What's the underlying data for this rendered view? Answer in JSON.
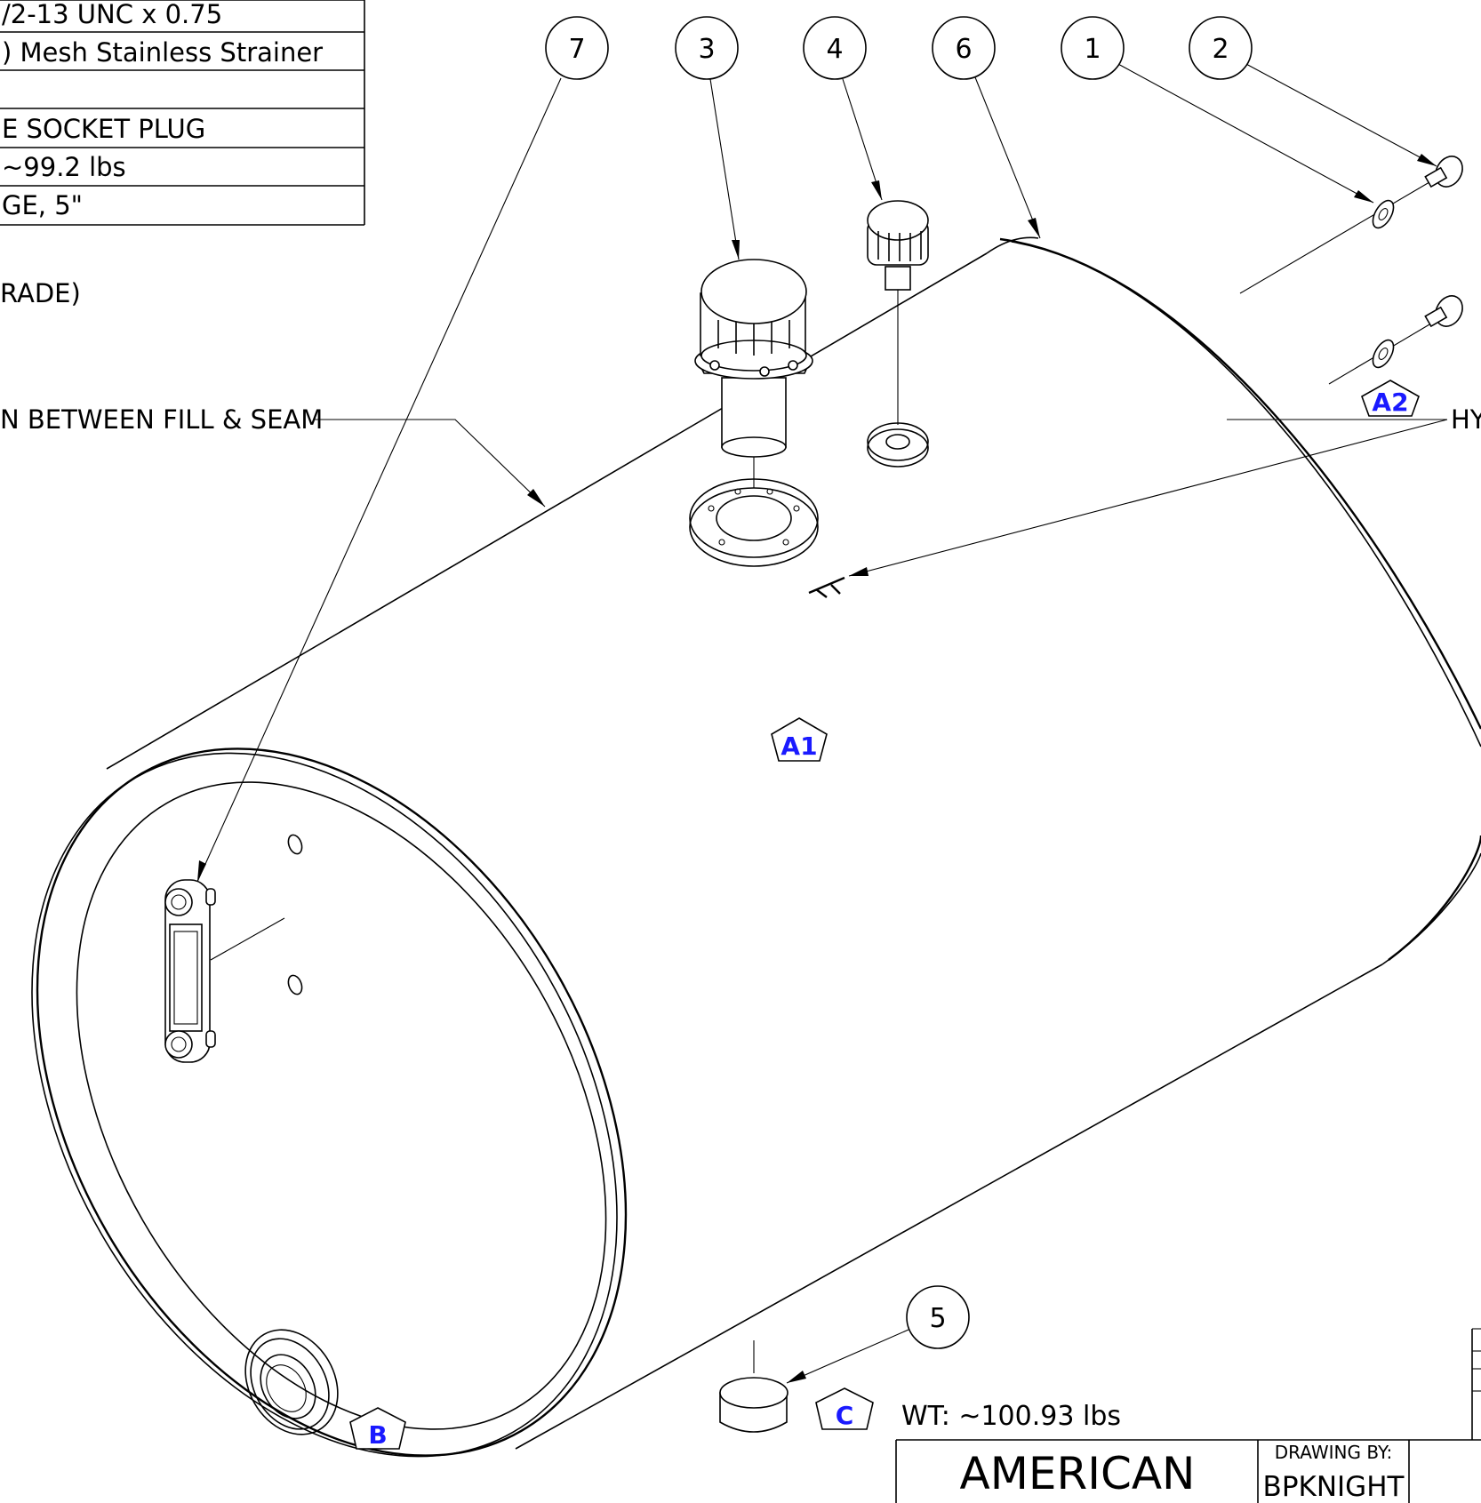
{
  "bom_rows": [
    "/2-13 UNC x 0.75",
    ") Mesh Stainless Strainer",
    "",
    "E SOCKET PLUG",
    "~99.2 lbs",
    "GE, 5\""
  ],
  "notes": {
    "grade": "RADE)",
    "seam_note": "N BETWEEN FILL & SEAM",
    "right_note": "HY"
  },
  "balloons": [
    {
      "id": "b7",
      "label": "7"
    },
    {
      "id": "b3",
      "label": "3"
    },
    {
      "id": "b4",
      "label": "4"
    },
    {
      "id": "b6",
      "label": "6"
    },
    {
      "id": "b1",
      "label": "1"
    },
    {
      "id": "b2",
      "label": "2"
    },
    {
      "id": "b5",
      "label": "5"
    }
  ],
  "tags": {
    "a1": "A1",
    "a2": "A2",
    "b": "B",
    "c": "C"
  },
  "weight": "WT:  ~100.93 lbs",
  "title_block": {
    "company": "AMERICAN",
    "drawing_by_label": "DRAWING BY:",
    "drawing_by_value": "BPKNIGHT"
  },
  "colors": {
    "line": "#000000",
    "tag_text": "#1a1aff",
    "background": "#ffffff"
  }
}
